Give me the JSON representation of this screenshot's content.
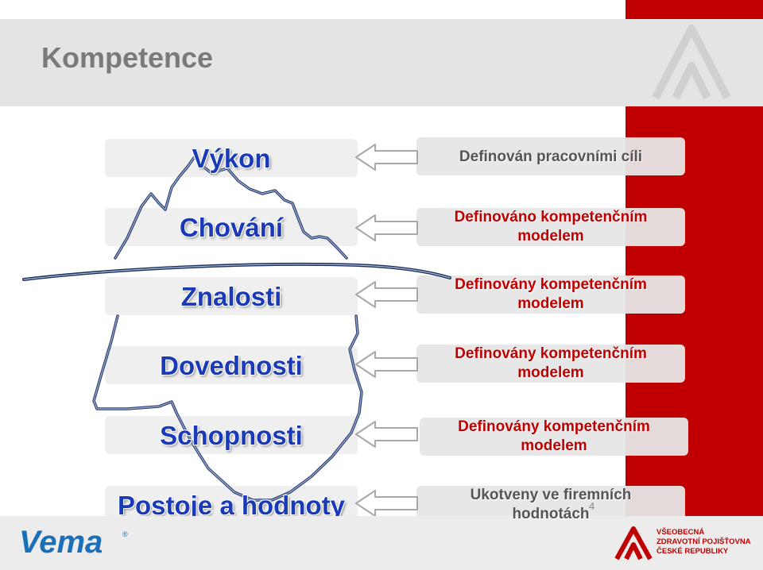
{
  "slide": {
    "title": "Kompetence",
    "page_number": "4"
  },
  "rows": [
    {
      "label": "Výkon",
      "description": [
        "Definován pracovními cíli"
      ]
    },
    {
      "label": "Chování",
      "description": [
        "Definováno kompetenčním",
        "modelem"
      ]
    },
    {
      "label": "Znalosti",
      "description": [
        "Definovány kompetenčním",
        "modelem"
      ]
    },
    {
      "label": "Dovednosti",
      "description": [
        "Definovány kompetenčním",
        "modelem"
      ]
    },
    {
      "label": "Schopnosti",
      "description": [
        "Definovány kompetenčním",
        "modelem"
      ]
    },
    {
      "label": "Postoje a hodnoty",
      "description": [
        "Ukotveny ve firemních",
        "hodnotách"
      ]
    }
  ],
  "footer": {
    "left_logo": "Vema",
    "left_logo_mark": "®",
    "right_logo_lines": [
      "VŠEOBECNÁ",
      "ZDRAVOTNÍ POJIŠŤOVNA",
      "ČESKÉ REPUBLIKY"
    ]
  },
  "colors": {
    "accent_red": "#c00000",
    "label_blue": "#1a3ab8",
    "text_red": "#c00000",
    "text_gray": "#555555"
  }
}
